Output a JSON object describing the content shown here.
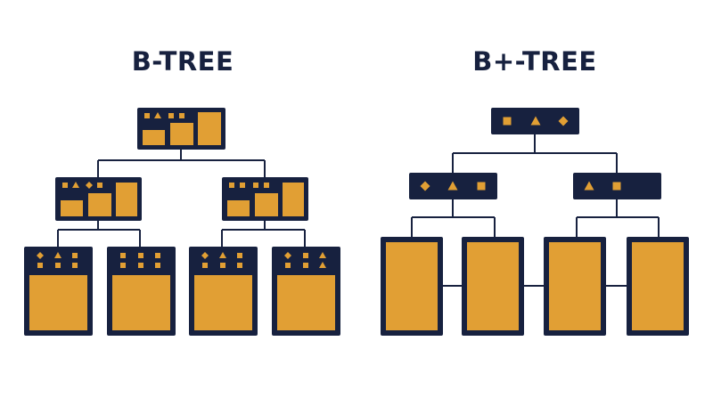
{
  "titles": {
    "btree": "B-TREE",
    "bplus": "B+-TREE"
  },
  "colors": {
    "navy": "#17213f",
    "gold": "#e19f34",
    "background": "#ffffff"
  },
  "btree": {
    "root": {
      "keys": [
        "square",
        "triangle",
        "square",
        "square"
      ]
    },
    "internal": [
      {
        "keys": [
          "square",
          "triangle",
          "diamond",
          "square"
        ]
      },
      {
        "keys": [
          "square",
          "square",
          "square",
          "square"
        ]
      }
    ],
    "leaves": [
      {
        "keys": [
          "diamond",
          "triangle",
          "square",
          "square",
          "square",
          "square"
        ]
      },
      {
        "keys": [
          "square",
          "square",
          "square",
          "square",
          "square",
          "square"
        ]
      },
      {
        "keys": [
          "diamond",
          "triangle",
          "square",
          "square",
          "square",
          "square"
        ]
      },
      {
        "keys": [
          "diamond",
          "square",
          "triangle",
          "square",
          "square",
          "triangle"
        ]
      }
    ]
  },
  "bplus": {
    "root": {
      "keys": [
        "square",
        "triangle",
        "diamond"
      ]
    },
    "internal": [
      {
        "keys": [
          "diamond",
          "triangle",
          "square"
        ]
      },
      {
        "keys": [
          "triangle",
          "square"
        ]
      }
    ],
    "leaves": [
      {
        "linked": true
      },
      {
        "linked": true
      },
      {
        "linked": true
      },
      {
        "linked": false
      }
    ]
  }
}
